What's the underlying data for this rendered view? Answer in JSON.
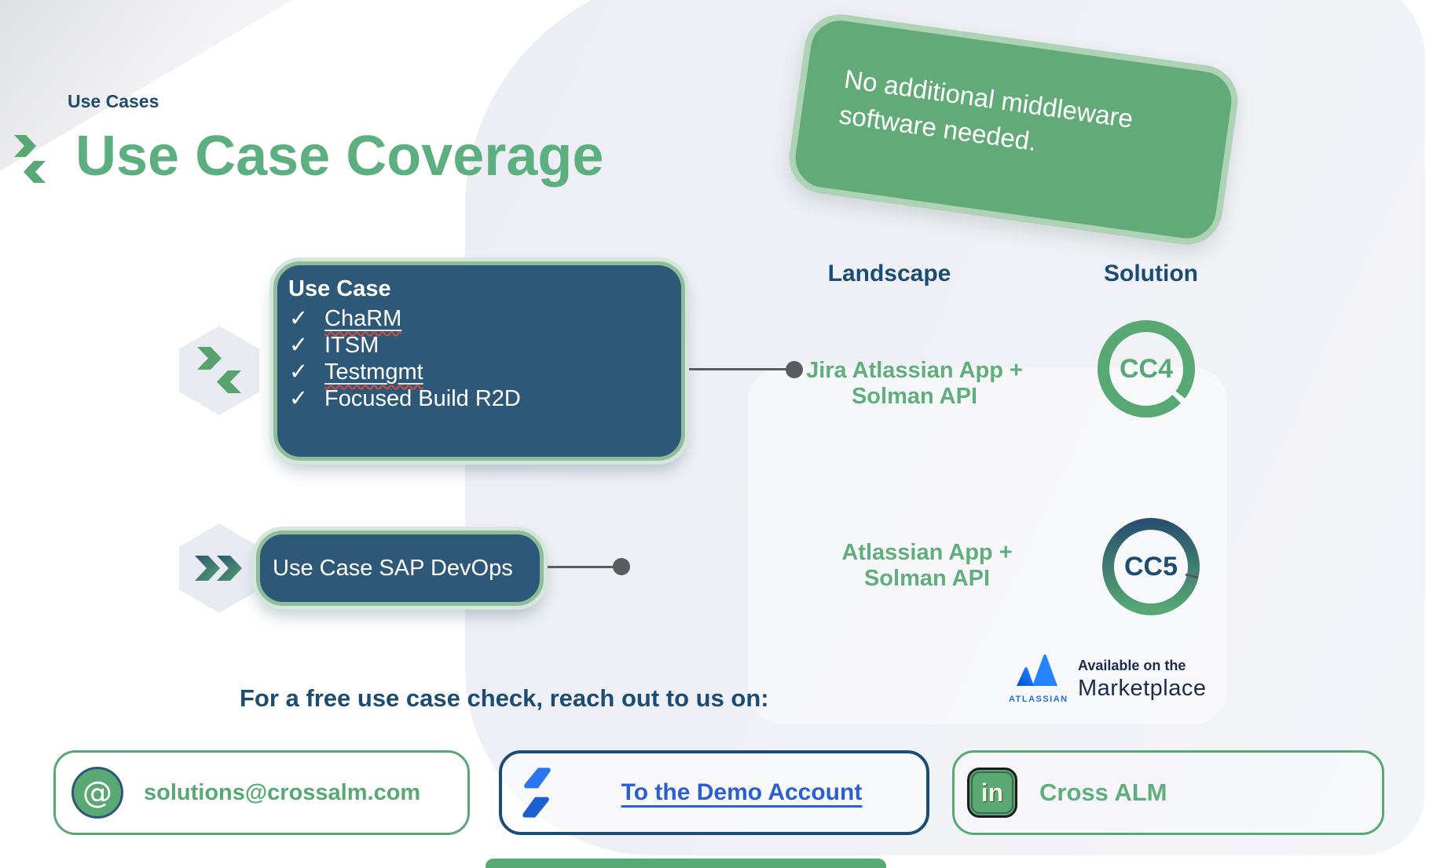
{
  "colors": {
    "green": "#57A873",
    "navy": "#1D4C72",
    "box_blue": "#2D5878",
    "link_blue": "#2A5FD0",
    "atlassian_blue": "#2684FF",
    "connector_gray": "#5B5B5E"
  },
  "glyphs": {
    "check": "✓",
    "at_sign": "@",
    "linkedin": "in"
  },
  "header": {
    "eyebrow": "Use Cases",
    "title": "Use Case Coverage"
  },
  "banner": {
    "text": "No additional middleware software needed."
  },
  "columns": {
    "landscape": "Landscape",
    "solution": "Solution"
  },
  "row1": {
    "box_title": "Use Case",
    "items": [
      {
        "label": "ChaRM"
      },
      {
        "label": "ITSM"
      },
      {
        "label": "Testmgmt"
      },
      {
        "label": "Focused Build R2D"
      }
    ],
    "landscape_line1": "Jira Atlassian App +",
    "landscape_line2": "Solman API",
    "solution_badge": "CC4"
  },
  "row2": {
    "box_label": "Use Case SAP DevOps",
    "landscape_line1": "Atlassian App +",
    "landscape_line2": "Solman API",
    "solution_badge": "CC5"
  },
  "footer": {
    "cta": "For a free use case check, reach out to us on:",
    "marketplace": {
      "brand": "ATLASSIAN",
      "line1": "Available on the",
      "line2": "Marketplace"
    },
    "email_button": "solutions@crossalm.com",
    "demo_button": "To the Demo Account",
    "linkedin_button": "Cross ALM"
  }
}
